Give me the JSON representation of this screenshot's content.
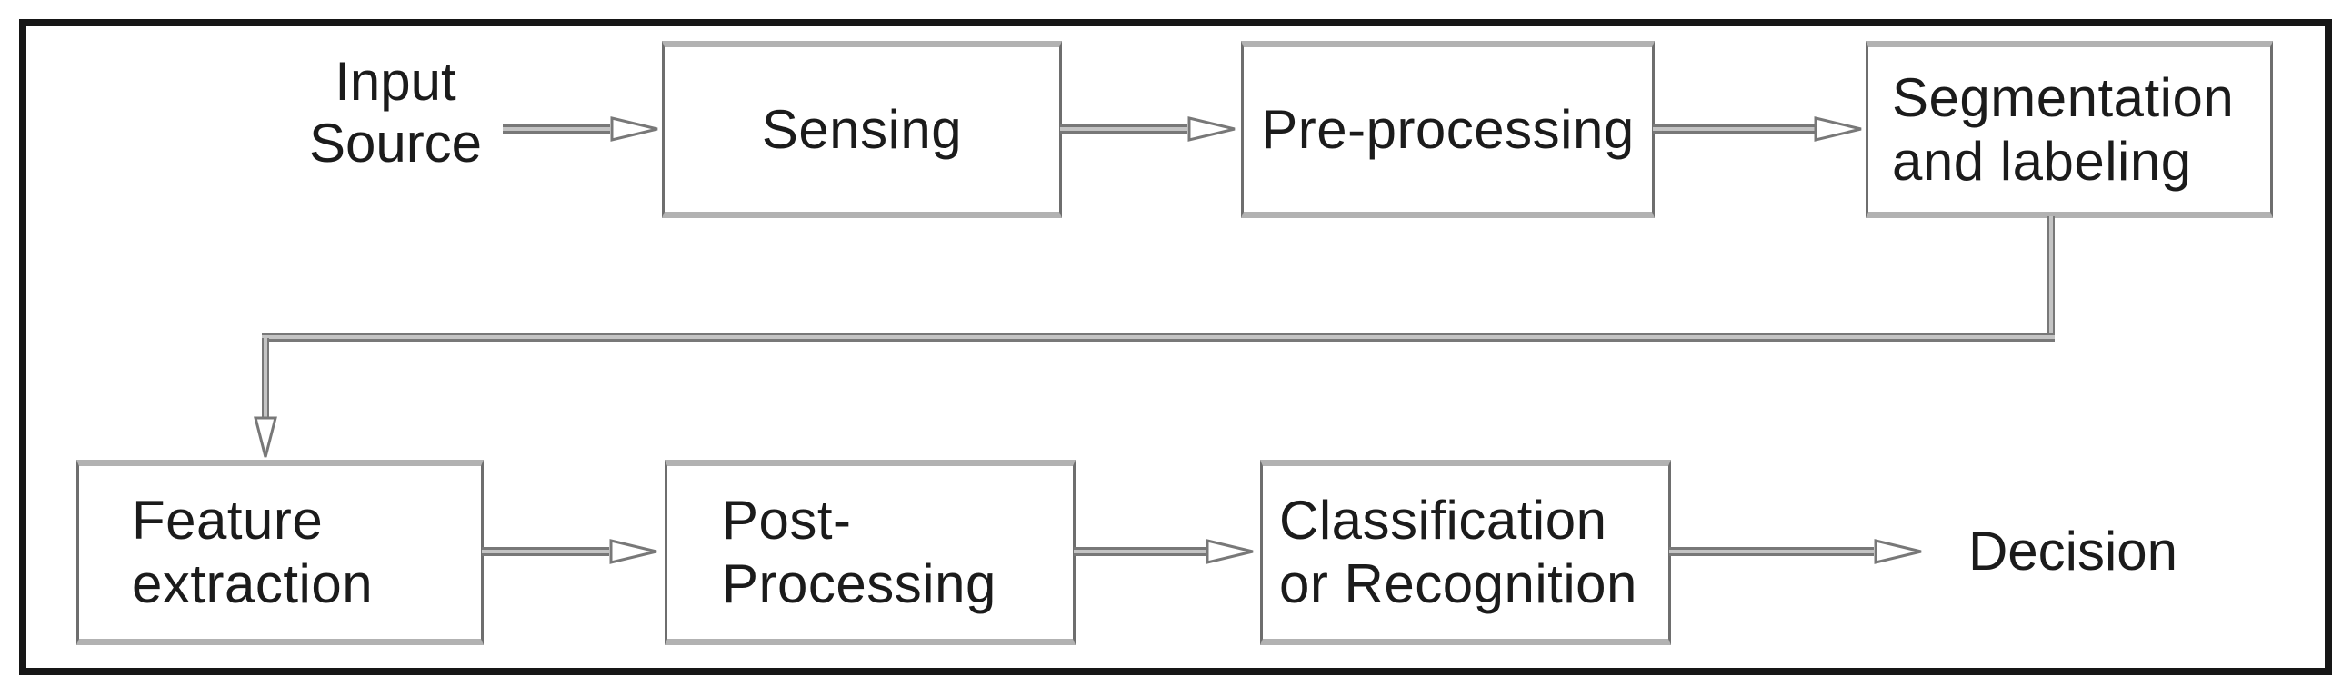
{
  "diagram": {
    "type": "flowchart",
    "nodes": {
      "input_source": {
        "label": "Input\nSource",
        "kind": "source-label"
      },
      "sensing": {
        "label": "Sensing",
        "kind": "process-box"
      },
      "pre_processing": {
        "label": "Pre-processing",
        "kind": "process-box"
      },
      "segmentation": {
        "label": "Segmentation\nand labeling",
        "kind": "process-box"
      },
      "feature_extraction": {
        "label": "Feature\nextraction",
        "kind": "process-box"
      },
      "post_processing": {
        "label": "Post-\nProcessing",
        "kind": "process-box"
      },
      "classification": {
        "label": "Classification\nor Recognition",
        "kind": "process-box"
      },
      "decision": {
        "label": "Decision",
        "kind": "sink-label"
      }
    },
    "connections": [
      {
        "from": "Input Source",
        "to": "Sensing"
      },
      {
        "from": "Sensing",
        "to": "Pre-processing"
      },
      {
        "from": "Pre-processing",
        "to": "Segmentation and labeling"
      },
      {
        "from": "Segmentation and labeling",
        "to": "Feature extraction",
        "route": "down-left-down elbow"
      },
      {
        "from": "Feature extraction",
        "to": "Post-Processing"
      },
      {
        "from": "Post-Processing",
        "to": "Classification or Recognition"
      },
      {
        "from": "Classification or Recognition",
        "to": "Decision"
      }
    ],
    "colors": {
      "frame": "#161616",
      "box_border_side": "#6e6e6e",
      "box_border_topbottom": "#b2b2b2",
      "arrow_edge": "#787878",
      "arrow_core": "#c4c4c4",
      "arrowhead_fill": "#ffffff",
      "text": "#1b1b1b",
      "background": "#ffffff"
    }
  }
}
